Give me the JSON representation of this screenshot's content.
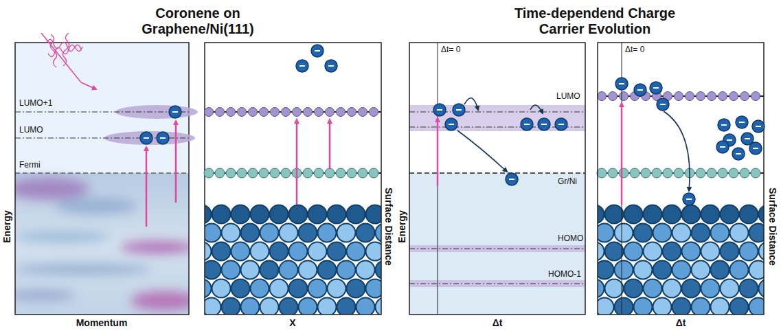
{
  "diagram": {
    "labels": [
      "Coronene on Graphene/Ni(111)",
      "Time-dependend Charge Carrier Evolution",
      "LUMO+1",
      "LUMO",
      "Fermi",
      "Energy",
      "Momentum",
      "X",
      "Surface Distance",
      "Δt= 0",
      "LUMO",
      "Gr/Ni",
      "HOMO",
      "HOMO-1",
      "Energy",
      "Δt",
      "Δt= 0",
      "Surface Distance",
      "Δt"
    ]
  }
}
